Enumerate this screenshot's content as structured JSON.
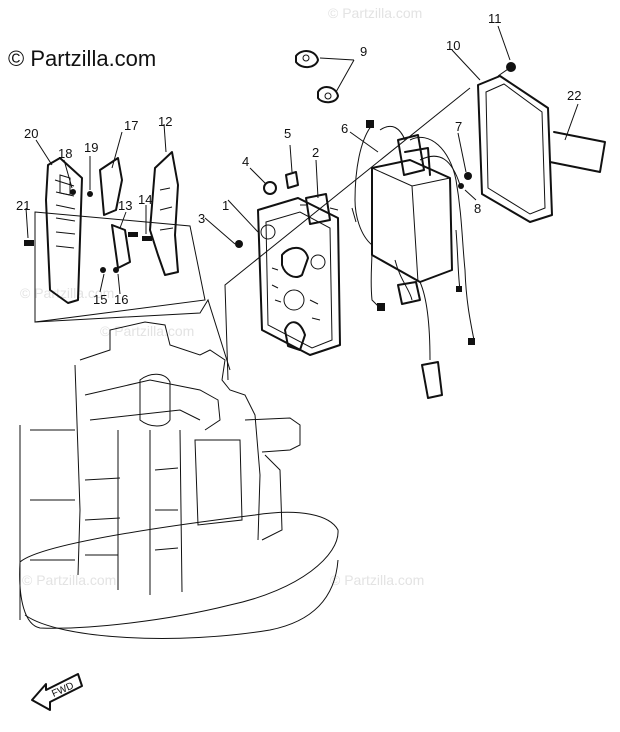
{
  "header": {
    "copyright": "© Partzilla.com"
  },
  "watermarks": [
    "© Partzilla.com",
    "© Partzilla.com",
    "© Partzilla.com",
    "© Partzilla.com",
    "© Partzilla.com"
  ],
  "callouts": [
    "1",
    "2",
    "3",
    "4",
    "5",
    "6",
    "7",
    "8",
    "9",
    "10",
    "11",
    "12",
    "13",
    "14",
    "15",
    "16",
    "17",
    "18",
    "19",
    "20",
    "21",
    "22"
  ],
  "direction_arrow": {
    "label": "FWD"
  }
}
